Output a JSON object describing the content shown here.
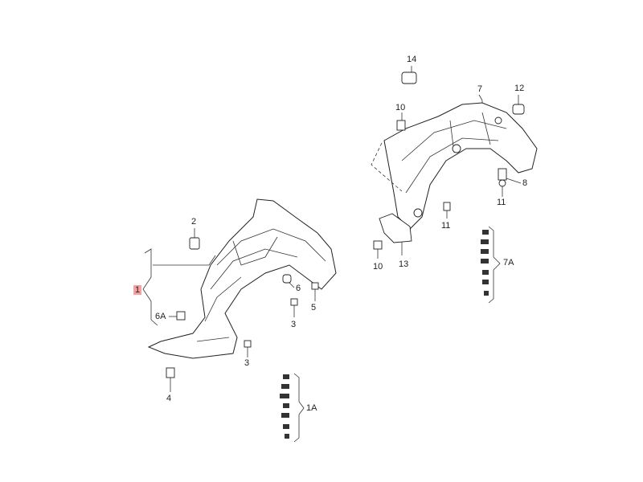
{
  "diagram": {
    "callouts": [
      {
        "id": "14",
        "label": "14"
      },
      {
        "id": "7",
        "label": "7"
      },
      {
        "id": "12",
        "label": "12"
      },
      {
        "id": "10a",
        "label": "10"
      },
      {
        "id": "8",
        "label": "8"
      },
      {
        "id": "11a",
        "label": "11"
      },
      {
        "id": "11b",
        "label": "11"
      },
      {
        "id": "13",
        "label": "13"
      },
      {
        "id": "10b",
        "label": "10"
      },
      {
        "id": "7A",
        "label": "7A"
      },
      {
        "id": "2",
        "label": "2"
      },
      {
        "id": "1",
        "label": "1",
        "highlighted": true
      },
      {
        "id": "6",
        "label": "6"
      },
      {
        "id": "5",
        "label": "5"
      },
      {
        "id": "3a",
        "label": "3"
      },
      {
        "id": "6A",
        "label": "6A"
      },
      {
        "id": "3b",
        "label": "3"
      },
      {
        "id": "4",
        "label": "4"
      },
      {
        "id": "1A",
        "label": "1A"
      }
    ],
    "highlight_color": "#f4a0a0"
  }
}
